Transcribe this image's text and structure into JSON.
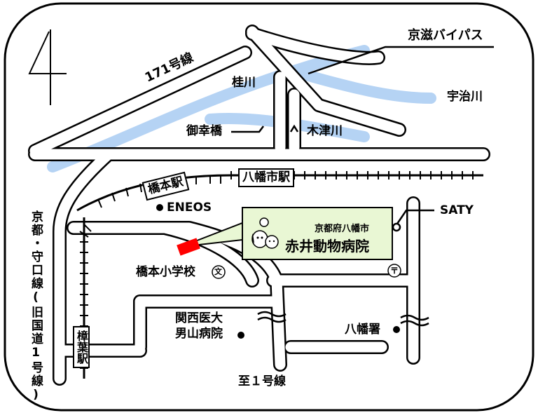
{
  "north_mark": "4",
  "roads": {
    "route171": "171号線",
    "keiji_bypass": "京滋バイパス",
    "kyoto_moriguchi_line": "京都・守口線(旧国道1号線)",
    "to_route1": "至１号線"
  },
  "rivers": {
    "katsura": "桂川",
    "uji": "宇治川",
    "kizu": "木津川"
  },
  "bridges": {
    "gokou": "御幸橋"
  },
  "stations": {
    "hashimoto": "橋本駅",
    "yawatashi": "八幡市駅",
    "kuzuha": "樟葉駅"
  },
  "landmarks": {
    "eneos": "ENEOS",
    "satly": "SATY",
    "hashimoto_school": "橋本小学校",
    "school_symbol": "文",
    "post_symbol": "〒",
    "kansai_hospital": "関西医大\n男山病院",
    "police": "八幡署"
  },
  "destination": {
    "prefecture_city": "京都府八幡市",
    "name": "赤井動物病院"
  },
  "colors": {
    "river": "#b5d3f4",
    "destination_marker": "#ff0000",
    "destination_box": "#e9f7d4"
  }
}
